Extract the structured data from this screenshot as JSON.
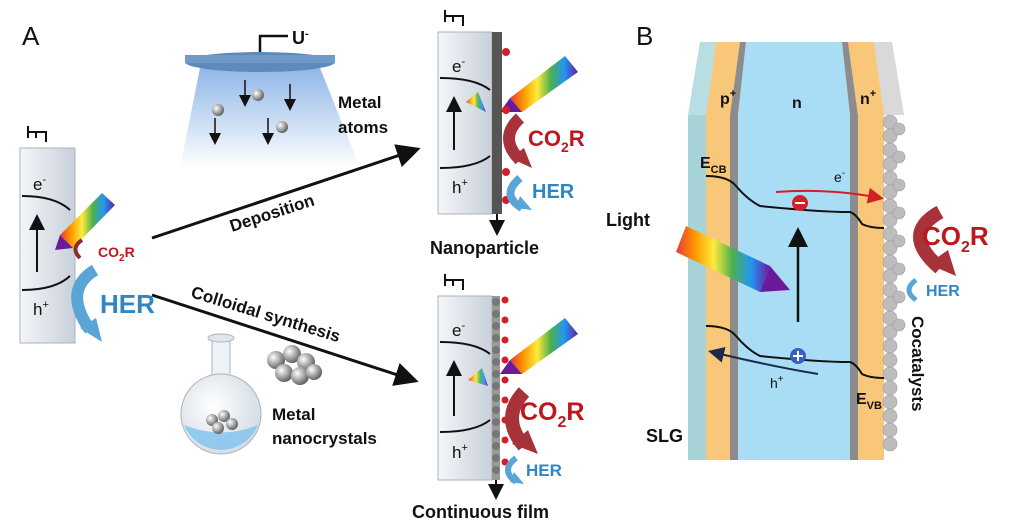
{
  "panel_a": {
    "letter": "A",
    "voltage": "U",
    "voltage_sup": "-",
    "metal_atoms": [
      "Metal",
      "atoms"
    ],
    "deposition": "Deposition",
    "colloidal": "Colloidal synthesis",
    "metal_nano": [
      "Metal",
      "nanocrystals"
    ],
    "nanoparticle": "Nanoparticle",
    "continuous_film": "Continuous film",
    "electron": "e",
    "electron_sup": "-",
    "hole": "h",
    "hole_sup": "+",
    "co2r": "CO",
    "co2r_sub": "2",
    "co2r_end": "R",
    "her": "HER"
  },
  "panel_b": {
    "letter": "B",
    "p_label": "p",
    "p_sup": "+",
    "n_label": "n",
    "n_plus": "n",
    "n_plus_sup": "+",
    "ecb": "E",
    "ecb_sub": "CB",
    "evb": "E",
    "evb_sub": "VB",
    "electron": "e",
    "electron_sup": "-",
    "hole": "h",
    "hole_sup": "+",
    "light": "Light",
    "co2r": "CO",
    "co2r_sub": "2",
    "co2r_end": "R",
    "her": "HER",
    "slg": "SLG",
    "cocatalysts": "Cocatalysts"
  },
  "colors": {
    "co2r": "#c0161d",
    "her": "#2f86c4",
    "semiconductor": "#dde3ec",
    "n_region": "#a9dcf5",
    "p_region": "#f8c77a"
  }
}
